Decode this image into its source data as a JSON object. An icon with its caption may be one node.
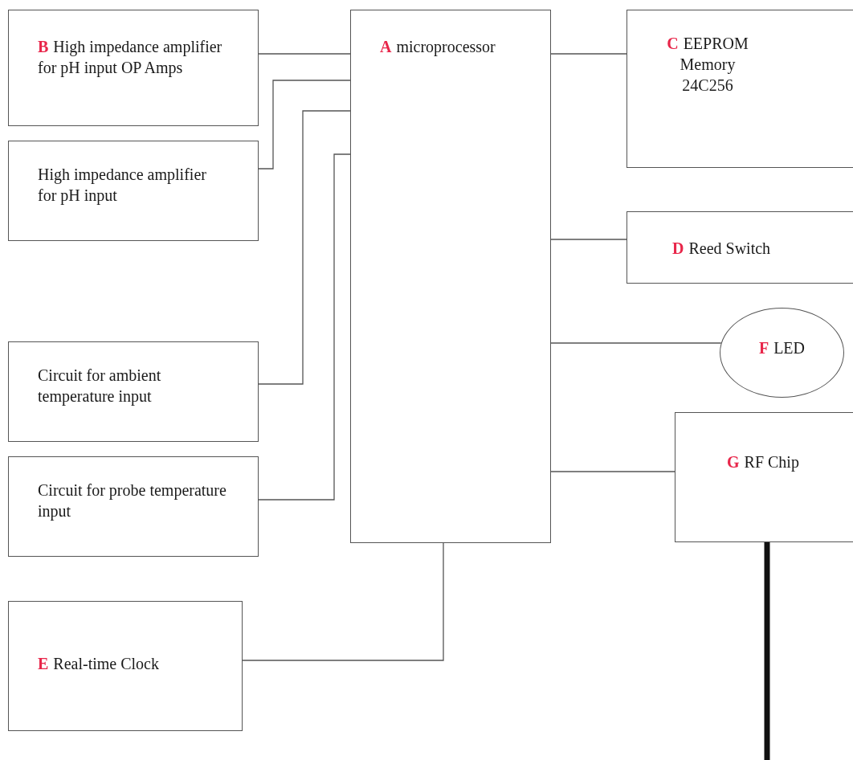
{
  "diagram": {
    "nodes": [
      {
        "text": [
          "A",
          "microprocessor"
        ]
      },
      {
        "text": [
          "B",
          "High impedance amplifier for pH input OP Amps"
        ]
      },
      {
        "text": [
          "High impedance amplifier for pH input"
        ]
      },
      {
        "text": [
          "Circuit for ambient temperature input"
        ]
      },
      {
        "text": [
          "Circuit for probe temperature input"
        ]
      },
      {
        "text": [
          "E",
          "Real-time Clock"
        ]
      },
      {
        "text": [
          "C",
          "EEPROM Memory 24C256"
        ]
      },
      {
        "text": [
          "D",
          "Reed Switch"
        ]
      },
      {
        "text": [
          "F",
          "LED"
        ]
      },
      {
        "text": [
          "G",
          "RF Chip"
        ]
      }
    ],
    "edges": [
      {
        "from": 1,
        "to": 0,
        "arrow": "none"
      },
      {
        "from": 2,
        "to": 0,
        "arrow": "none"
      },
      {
        "from": 3,
        "to": 0,
        "arrow": "none"
      },
      {
        "from": 4,
        "to": 0,
        "arrow": "none"
      },
      {
        "from": 5,
        "to": 0,
        "arrow": "none"
      },
      {
        "from": 0,
        "to": 6,
        "arrow": "none"
      },
      {
        "from": 0,
        "to": 7,
        "arrow": "none"
      },
      {
        "from": 0,
        "to": 8,
        "arrow": "none"
      },
      {
        "from": 0,
        "to": 9,
        "arrow": "none"
      },
      {
        "from": 9,
        "to": null,
        "arrow": "none",
        "style": "thick"
      }
    ]
  }
}
